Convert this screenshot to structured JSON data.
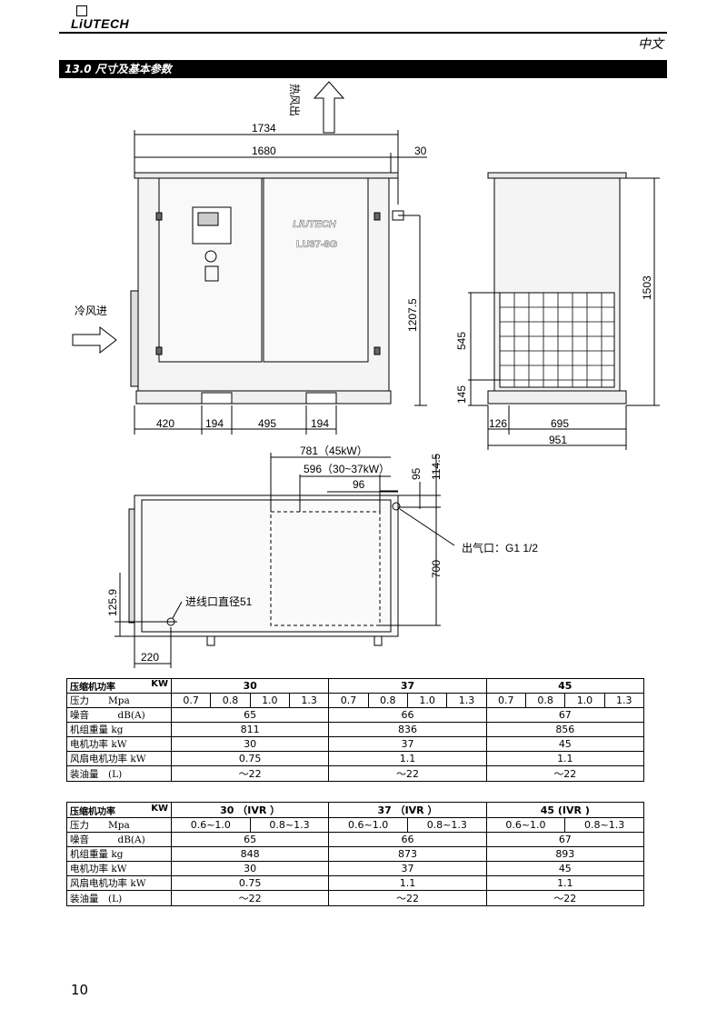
{
  "header": {
    "brand": "LiUTECH",
    "language": "中文"
  },
  "section": {
    "title": "13.0 尺寸及基本参数"
  },
  "drawing": {
    "hot_air_out": "热风出",
    "cold_air_in": "冷风进",
    "outlet_label": "出气口：G1 1/2",
    "cable_inlet_label": "进线口直径51",
    "panel_brand": "LiUTECH",
    "panel_model": "LU37-8G",
    "front_dims": {
      "overall": "1734",
      "body": "1680",
      "offset": "30",
      "height": "1207.5",
      "base_a": "420",
      "base_b": "194",
      "base_c": "495",
      "base_d": "194"
    },
    "side_dims": {
      "height": "1503",
      "grille": "545",
      "bottom": "145",
      "w_left": "126",
      "w_mid": "695",
      "w_total": "951"
    },
    "top_dims": {
      "d781": "781（45kW）",
      "d596": "596（30~37kW）",
      "d96": "96",
      "d95": "95",
      "d114": "114.5",
      "d700": "700",
      "d125": "125.9",
      "d220": "220"
    }
  },
  "table1": {
    "header_label": "压缩机功率",
    "header_unit": "KW",
    "models": [
      "30",
      "37",
      "45"
    ],
    "pressure_label": "压力　　Mpa",
    "pressures": [
      "0.7",
      "0.8",
      "1.0",
      "1.3"
    ],
    "rows": [
      {
        "label": "噪音　　　dB(A)",
        "values": [
          "65",
          "66",
          "67"
        ]
      },
      {
        "label": "机组重量 kg",
        "values": [
          "811",
          "836",
          "856"
        ]
      },
      {
        "label": "电机功率 kW",
        "values": [
          "30",
          "37",
          "45"
        ]
      },
      {
        "label": "风扇电机功率 kW",
        "values": [
          "0.75",
          "1.1",
          "1.1"
        ]
      },
      {
        "label": "装油量　(L)",
        "values": [
          "～22",
          "～22",
          "～22"
        ]
      }
    ]
  },
  "table2": {
    "header_label": "压缩机功率",
    "header_unit": "KW",
    "models": [
      "30 （IVR ）",
      "37 （IVR ）",
      "45 (IVR )"
    ],
    "pressure_label": "压力　　Mpa",
    "pressures": [
      "0.6~1.0",
      "0.8~1.3"
    ],
    "rows": [
      {
        "label": "噪音　　　dB(A)",
        "values": [
          "65",
          "66",
          "67"
        ]
      },
      {
        "label": "机组重量 kg",
        "values": [
          "848",
          "873",
          "893"
        ]
      },
      {
        "label": "电机功率 kW",
        "values": [
          "30",
          "37",
          "45"
        ]
      },
      {
        "label": "风扇电机功率 kW",
        "values": [
          "0.75",
          "1.1",
          "1.1"
        ]
      },
      {
        "label": "装油量　(L)",
        "values": [
          "～22",
          "～22",
          "～22"
        ]
      }
    ]
  },
  "footer": {
    "page_number": "10"
  }
}
